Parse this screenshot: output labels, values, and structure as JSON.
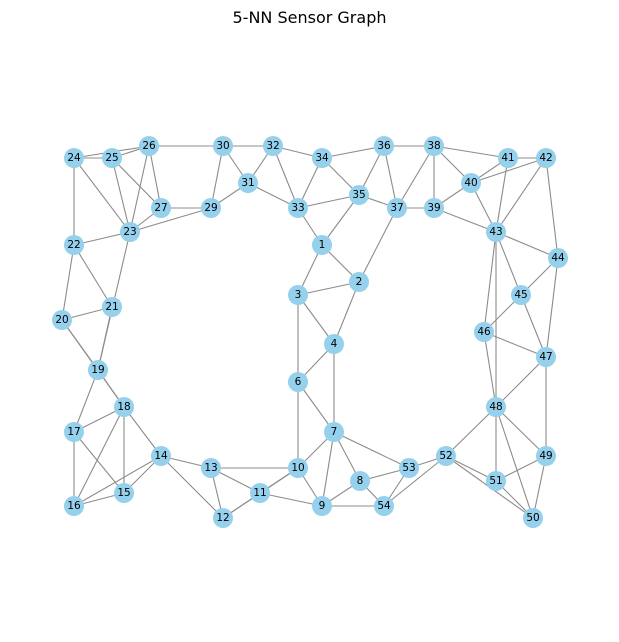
{
  "title": "5-NN Sensor Graph",
  "node_color": "#95d0ec",
  "edge_color": "#8c8c8c",
  "nodes": [
    {
      "id": "1"
    },
    {
      "id": "2"
    },
    {
      "id": "3"
    },
    {
      "id": "4"
    },
    {
      "id": "6"
    },
    {
      "id": "7"
    },
    {
      "id": "8"
    },
    {
      "id": "9"
    },
    {
      "id": "10"
    },
    {
      "id": "11"
    },
    {
      "id": "12"
    },
    {
      "id": "13"
    },
    {
      "id": "14"
    },
    {
      "id": "15"
    },
    {
      "id": "16"
    },
    {
      "id": "17"
    },
    {
      "id": "18"
    },
    {
      "id": "19"
    },
    {
      "id": "20"
    },
    {
      "id": "21"
    },
    {
      "id": "22"
    },
    {
      "id": "23"
    },
    {
      "id": "24"
    },
    {
      "id": "25"
    },
    {
      "id": "26"
    },
    {
      "id": "27"
    },
    {
      "id": "29"
    },
    {
      "id": "30"
    },
    {
      "id": "31"
    },
    {
      "id": "32"
    },
    {
      "id": "33"
    },
    {
      "id": "34"
    },
    {
      "id": "35"
    },
    {
      "id": "36"
    },
    {
      "id": "37"
    },
    {
      "id": "38"
    },
    {
      "id": "39"
    },
    {
      "id": "40"
    },
    {
      "id": "41"
    },
    {
      "id": "42"
    },
    {
      "id": "43"
    },
    {
      "id": "44"
    },
    {
      "id": "45"
    },
    {
      "id": "46"
    },
    {
      "id": "47"
    },
    {
      "id": "48"
    },
    {
      "id": "49"
    },
    {
      "id": "50"
    },
    {
      "id": "51"
    },
    {
      "id": "52"
    },
    {
      "id": "53"
    },
    {
      "id": "54"
    }
  ],
  "edges": [
    [
      "1",
      "3"
    ],
    [
      "1",
      "2"
    ],
    [
      "1",
      "35"
    ],
    [
      "1",
      "33"
    ],
    [
      "3",
      "2"
    ],
    [
      "3",
      "4"
    ],
    [
      "3",
      "6"
    ],
    [
      "2",
      "4"
    ],
    [
      "2",
      "37"
    ],
    [
      "4",
      "6"
    ],
    [
      "4",
      "7"
    ],
    [
      "6",
      "7"
    ],
    [
      "6",
      "10"
    ],
    [
      "7",
      "10"
    ],
    [
      "7",
      "8"
    ],
    [
      "7",
      "9"
    ],
    [
      "7",
      "53"
    ],
    [
      "8",
      "9"
    ],
    [
      "8",
      "53"
    ],
    [
      "8",
      "54"
    ],
    [
      "9",
      "11"
    ],
    [
      "9",
      "10"
    ],
    [
      "9",
      "54"
    ],
    [
      "10",
      "11"
    ],
    [
      "10",
      "13"
    ],
    [
      "10",
      "12"
    ],
    [
      "11",
      "12"
    ],
    [
      "11",
      "13"
    ],
    [
      "12",
      "13"
    ],
    [
      "12",
      "14"
    ],
    [
      "13",
      "14"
    ],
    [
      "14",
      "15"
    ],
    [
      "14",
      "16"
    ],
    [
      "14",
      "18"
    ],
    [
      "15",
      "16"
    ],
    [
      "15",
      "17"
    ],
    [
      "15",
      "18"
    ],
    [
      "16",
      "17"
    ],
    [
      "16",
      "18"
    ],
    [
      "17",
      "18"
    ],
    [
      "17",
      "19"
    ],
    [
      "18",
      "19"
    ],
    [
      "18",
      "20"
    ],
    [
      "19",
      "20"
    ],
    [
      "19",
      "21"
    ],
    [
      "19",
      "23"
    ],
    [
      "20",
      "21"
    ],
    [
      "20",
      "22"
    ],
    [
      "21",
      "22"
    ],
    [
      "22",
      "24"
    ],
    [
      "22",
      "23"
    ],
    [
      "23",
      "24"
    ],
    [
      "23",
      "25"
    ],
    [
      "23",
      "26"
    ],
    [
      "23",
      "27"
    ],
    [
      "23",
      "29"
    ],
    [
      "24",
      "25"
    ],
    [
      "24",
      "26"
    ],
    [
      "25",
      "26"
    ],
    [
      "25",
      "27"
    ],
    [
      "26",
      "27"
    ],
    [
      "26",
      "30"
    ],
    [
      "27",
      "29"
    ],
    [
      "29",
      "30"
    ],
    [
      "29",
      "31"
    ],
    [
      "30",
      "32"
    ],
    [
      "30",
      "31"
    ],
    [
      "31",
      "32"
    ],
    [
      "31",
      "33"
    ],
    [
      "32",
      "33"
    ],
    [
      "32",
      "34"
    ],
    [
      "33",
      "34"
    ],
    [
      "33",
      "35"
    ],
    [
      "34",
      "35"
    ],
    [
      "34",
      "36"
    ],
    [
      "35",
      "36"
    ],
    [
      "35",
      "37"
    ],
    [
      "36",
      "37"
    ],
    [
      "36",
      "38"
    ],
    [
      "37",
      "38"
    ],
    [
      "37",
      "39"
    ],
    [
      "38",
      "39"
    ],
    [
      "38",
      "40"
    ],
    [
      "38",
      "41"
    ],
    [
      "39",
      "40"
    ],
    [
      "39",
      "43"
    ],
    [
      "40",
      "41"
    ],
    [
      "40",
      "42"
    ],
    [
      "40",
      "43"
    ],
    [
      "41",
      "42"
    ],
    [
      "41",
      "43"
    ],
    [
      "42",
      "43"
    ],
    [
      "42",
      "44"
    ],
    [
      "43",
      "44"
    ],
    [
      "43",
      "45"
    ],
    [
      "43",
      "46"
    ],
    [
      "43",
      "48"
    ],
    [
      "44",
      "45"
    ],
    [
      "44",
      "47"
    ],
    [
      "45",
      "46"
    ],
    [
      "45",
      "47"
    ],
    [
      "46",
      "47"
    ],
    [
      "46",
      "48"
    ],
    [
      "47",
      "48"
    ],
    [
      "47",
      "49"
    ],
    [
      "48",
      "49"
    ],
    [
      "48",
      "50"
    ],
    [
      "48",
      "51"
    ],
    [
      "48",
      "52"
    ],
    [
      "49",
      "50"
    ],
    [
      "49",
      "51"
    ],
    [
      "50",
      "51"
    ],
    [
      "50",
      "52"
    ],
    [
      "51",
      "52"
    ],
    [
      "52",
      "53"
    ],
    [
      "52",
      "54"
    ],
    [
      "53",
      "54"
    ]
  ]
}
